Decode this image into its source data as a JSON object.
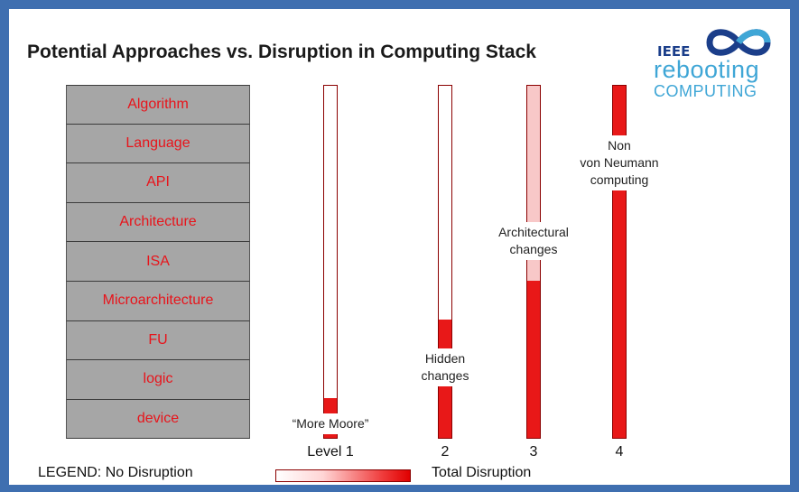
{
  "title": "Potential Approaches vs. Disruption in Computing Stack",
  "logo": {
    "ieee": "IEEE",
    "line1": "rebooting",
    "line2": "COMPUTING",
    "icon": "infinity-icon"
  },
  "stack_layers": [
    "Algorithm",
    "Language",
    "API",
    "Architecture",
    "ISA",
    "Microarchitecture",
    "FU",
    "logic",
    "device"
  ],
  "columns": [
    {
      "level": "Level 1",
      "label": "“More Moore”",
      "disrupted_layers": 1,
      "partial_layers": 0
    },
    {
      "level": "2",
      "label": "Hidden changes",
      "label_lines": [
        "Hidden",
        "changes"
      ],
      "disrupted_layers": 3,
      "partial_layers": 0
    },
    {
      "level": "3",
      "label": "Architectural changes",
      "label_lines": [
        "Architectural",
        "changes"
      ],
      "disrupted_layers": 4,
      "partial_layers": 5
    },
    {
      "level": "4",
      "label": "Non von Neumann computing",
      "label_lines": [
        "Non",
        "von Neumann",
        "computing"
      ],
      "disrupted_layers": 9,
      "partial_layers": 0
    }
  ],
  "legend": {
    "prefix": "LEGEND: No Disruption",
    "suffix": "Total Disruption"
  },
  "colors": {
    "disrupted": "#e81818",
    "partial": "#f8c8c8",
    "none": "#ffffff",
    "layer_text": "#e8141b",
    "frame": "#3f6fb0"
  }
}
